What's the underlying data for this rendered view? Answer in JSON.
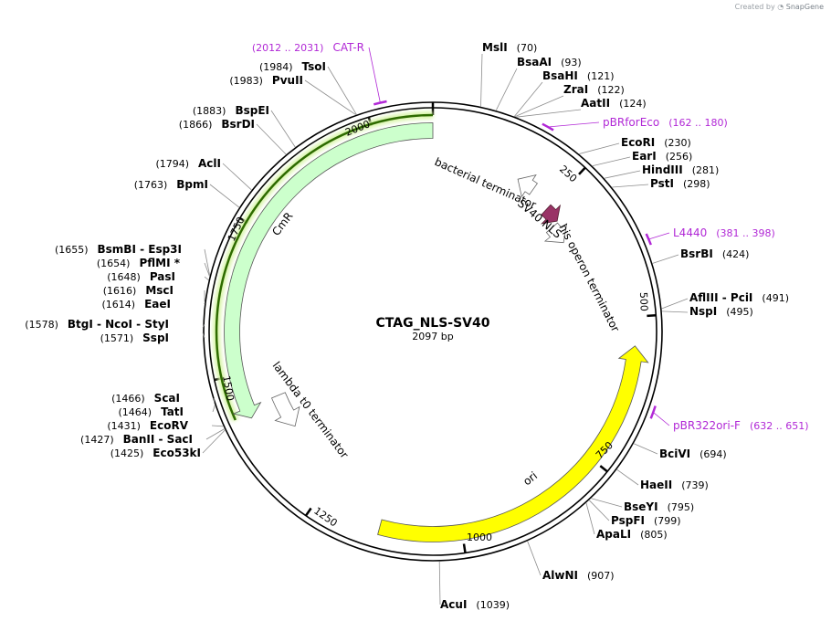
{
  "credit": {
    "prefix": "Created by",
    "brand": "SnapGene"
  },
  "plasmid": {
    "name": "CTAG_NLS-SV40",
    "length_label": "2097 bp",
    "length": 2097
  },
  "ticks": [
    "250",
    "500",
    "750",
    "1000",
    "1250",
    "1500",
    "1750",
    "2000"
  ],
  "enzymes": [
    {
      "name": "MslI",
      "pos": "(70)"
    },
    {
      "name": "BsaAI",
      "pos": "(93)"
    },
    {
      "name": "BsaHI",
      "pos": "(121)"
    },
    {
      "name": "ZraI",
      "pos": "(122)"
    },
    {
      "name": "AatII",
      "pos": "(124)"
    },
    {
      "name": "EcoRI",
      "pos": "(230)"
    },
    {
      "name": "EarI",
      "pos": "(256)"
    },
    {
      "name": "HindIII",
      "pos": "(281)"
    },
    {
      "name": "PstI",
      "pos": "(298)"
    },
    {
      "name": "BsrBI",
      "pos": "(424)"
    },
    {
      "name": "AflIII - PciI",
      "pos": "(491)"
    },
    {
      "name": "NspI",
      "pos": "(495)"
    },
    {
      "name": "BciVI",
      "pos": "(694)"
    },
    {
      "name": "HaeII",
      "pos": "(739)"
    },
    {
      "name": "BseYI",
      "pos": "(795)"
    },
    {
      "name": "PspFI",
      "pos": "(799)"
    },
    {
      "name": "ApaLI",
      "pos": "(805)"
    },
    {
      "name": "AlwNI",
      "pos": "(907)"
    },
    {
      "name": "AcuI",
      "pos": "(1039)"
    },
    {
      "name": "Eco53kI",
      "pos": "(1425)"
    },
    {
      "name": "BanII - SacI",
      "pos": "(1427)"
    },
    {
      "name": "EcoRV",
      "pos": "(1431)"
    },
    {
      "name": "TatI",
      "pos": "(1464)"
    },
    {
      "name": "ScaI",
      "pos": "(1466)"
    },
    {
      "name": "SspI",
      "pos": "(1571)"
    },
    {
      "name": "BtgI - NcoI - StyI",
      "pos": "(1578)"
    },
    {
      "name": "EaeI",
      "pos": "(1614)"
    },
    {
      "name": "MscI",
      "pos": "(1616)"
    },
    {
      "name": "PasI",
      "pos": "(1648)"
    },
    {
      "name": "PflMI *",
      "pos": "(1654)"
    },
    {
      "name": "BsmBI - Esp3I",
      "pos": "(1655)"
    },
    {
      "name": "BpmI",
      "pos": "(1763)"
    },
    {
      "name": "AclI",
      "pos": "(1794)"
    },
    {
      "name": "BsrDI",
      "pos": "(1866)"
    },
    {
      "name": "BspEI",
      "pos": "(1883)"
    },
    {
      "name": "PvuII",
      "pos": "(1983)"
    },
    {
      "name": "TsoI",
      "pos": "(1984)"
    }
  ],
  "primers": [
    {
      "name": "CAT-R",
      "range": "(2012 .. 2031)"
    },
    {
      "name": "pBRforEco",
      "range": "(162 .. 180)"
    },
    {
      "name": "L4440",
      "range": "(381 .. 398)"
    },
    {
      "name": "pBR322ori-F",
      "range": "(632 .. 651)"
    }
  ],
  "features": [
    {
      "name": "bacterial terminator"
    },
    {
      "name": "SV40 NLS"
    },
    {
      "name": "his operon terminator"
    },
    {
      "name": "ori"
    },
    {
      "name": "lambda t0 terminator"
    },
    {
      "name": "CmR"
    }
  ],
  "colors": {
    "ori": "#ffff00",
    "cmr": "#ccffcc",
    "nls": "#993366",
    "primer": "#b128d6",
    "terminator": "#ffffff"
  }
}
